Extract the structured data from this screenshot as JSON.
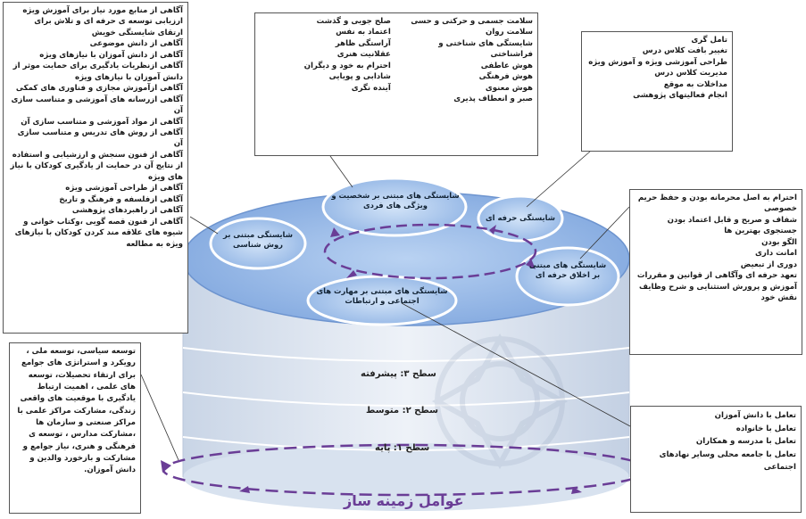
{
  "boxes": {
    "left_top": [
      "آگاهی از منابع مورد نیاز برای آموزش ویژه",
      "ارزیابی توسعه ی حرفه ای و تلاش برای ارتقای شایستگی خویش",
      "آگاهی از دانش موضوعی",
      "آگاهی از دانش آموزان با نیازهای ویژه",
      "آگاهی ازنظریات یادگیری برای حمایت موثر از دانش آموزان با نیازهای ویژه",
      "آگاهی ازآموزش مجازی و فناوری های کمکی",
      "آگاهی ازرسانه های آموزشی و متناسب سازی آن",
      "آگاهی از مواد آموزشی و متناسب سازی آن",
      "آگاهی از روش های تدریس و متناسب سازی آن",
      "آگاهی از فنون سنجش و ارزشیابی و استفاده از نتایج آن در حمایت از یادگیری کودکان با نیاز های ویژه",
      "آگاهی از طراحی آموزشی ویژه",
      "آگاهی ازفلسفه و فرهنگ و تاریخ",
      "آگاهی از راهبردهای پژوهشی",
      "آگاهی از فنون قصه گویی ،وکتاب خوانی و شیوه های علاقه مند کردن کودکان با نیازهای ویژه به مطالعه"
    ],
    "center_top_right": [
      "سلامت جسمی و حرکتی و حسی",
      "سلامت روان",
      "شایستگی های شناختی و فراشناختی",
      "هوش عاطفی",
      "هوش فرهنگی",
      "هوش معنوی",
      "صبر و انعطاف پذیری"
    ],
    "center_top_left": [
      "صلح جویی و گذشت",
      "اعتماد به نفس",
      "آراستگی ظاهر",
      "عقلانیت هنری",
      "احترام به خود و دیگران",
      "شادابی و پویایی",
      "آینده نگری"
    ],
    "right_top": [
      "تامل گری",
      "تغییر بافت کلاس درس",
      "طراحی آموزشی ویژه و آموزش ویژه",
      "مدیریت کلاس درس",
      "مداخلات به موقع",
      "انجام فعالیتهای پژوهشی"
    ],
    "right_middle": [
      "احترام به اصل محرمانه بودن و حفظ حریم خصوصی",
      "شفاف و صریح و قابل اعتماد بودن",
      "جستجوی بهترین ها",
      "الگو بودن",
      "امانت داری",
      "دوری از تبعیض",
      "تعهد حرفه ای وآگاهی از قوانین و مقررات",
      "آموزش و پرورش استثنایی و شرح وظایف نقش خود"
    ],
    "right_bottom": [
      "تعامل با دانش آموزان",
      "تعامل با خانواده",
      "تعامل با مدرسه و همکاران",
      "تعامل با جامعه محلی وسایر نهادهای اجتماعی"
    ],
    "left_bottom": "توسعه سیاسی، توسعه ملی ، رویکرد و استراتژی های جوامع برای ارتقاء تحصیلات، توسعه های علمی ، اهمیت ارتباط یادگیری با موقعیت های واقعی زندگی، مشارکت مراکز علمی با مراکز صنعتی و سازمان ها ،مشارکت مدارس ، توسعه ی فرهنگی و هنری، نیاز جوامع و مشارکت و بازخورد والدین و دانش آموزان."
  },
  "ovals": {
    "personality": "شایستگی های مبتنی بر شخصیت و ویژگی های فردی",
    "professional": "شایستگی حرفه ای",
    "ethics": "شایستگی های مبتنی بر اخلاق حرفه ای",
    "communication": "شایستگی های مبتنی بر مهارت های اجتماعی و ارتباطات",
    "knowledge": "شایستگی مبتنی بر روش شناسی"
  },
  "levels": {
    "advanced": "سطح ۳: پیشرفته",
    "intermediate": "سطح ۲: متوسط",
    "basic": "سطح ۱: پایه"
  },
  "base_title": "عوامل زمینه ساز",
  "colors": {
    "top_surface": "#8fb4e6",
    "oval_fill": "#a9c9f0",
    "arrow": "#6a3d96",
    "cylinder": "#c7d6ec"
  }
}
